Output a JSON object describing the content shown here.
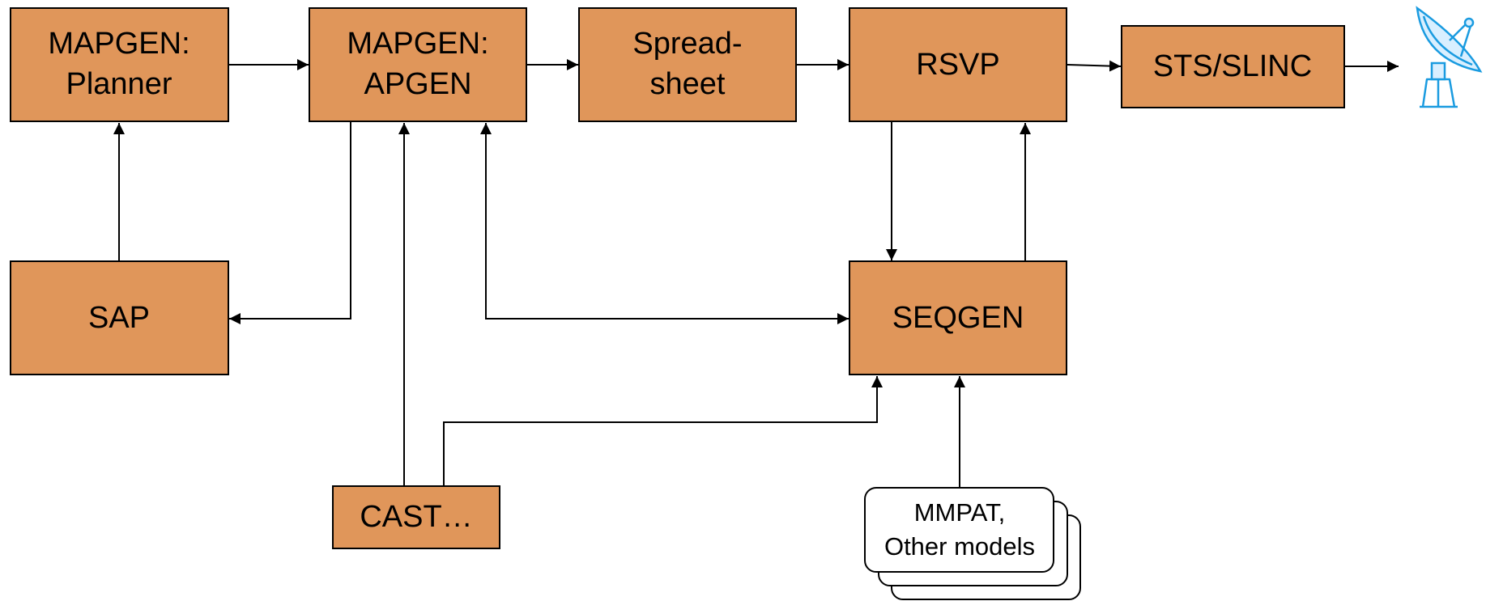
{
  "diagram": {
    "nodes": {
      "mapgen_planner": {
        "line1": "MAPGEN:",
        "line2": "Planner"
      },
      "mapgen_apgen": {
        "line1": "MAPGEN:",
        "line2": "APGEN"
      },
      "spreadsheet": {
        "line1": "Spread-",
        "line2": "sheet"
      },
      "rsvp": {
        "label": "RSVP"
      },
      "sts_slinc": {
        "label": "STS/SLINC"
      },
      "sap": {
        "label": "SAP"
      },
      "seqgen": {
        "label": "SEQGEN"
      },
      "cast": {
        "label": "CAST…"
      },
      "models": {
        "line1": "MMPAT,",
        "line2": "Other models"
      }
    },
    "icons": {
      "antenna": "satellite-dish-icon"
    },
    "colors": {
      "box_fill": "#E0965A",
      "box_stroke": "#000000",
      "antenna": "#1a9be0"
    }
  }
}
